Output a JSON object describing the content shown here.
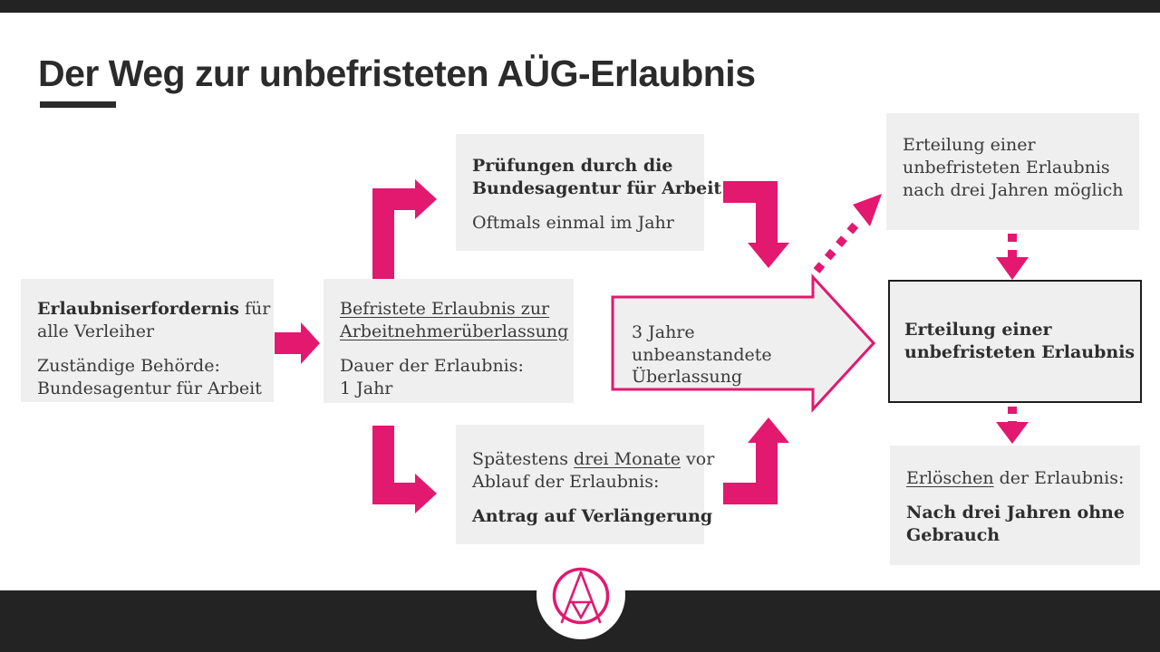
{
  "title": {
    "text": "Der Weg zur unbefristeten AÜG-Erlaubnis"
  },
  "colors": {
    "accent_pink": "#e3186f",
    "bar_dark": "#232323",
    "box_background": "#efefef",
    "heading_text": "#2b2b2b",
    "body_text": "#3a3a3a",
    "outlined_box_border": "#1d1d1d"
  },
  "boxes": {
    "erfordernis": {
      "l1_bold": "Erlaubniserfordernis",
      "l1_rest": " für",
      "l2": "alle Verleiher",
      "p2_l1": "Zuständige Behörde:",
      "p2_l2": "Bundesagentur für Arbeit"
    },
    "befristet": {
      "l1_underlined": "Befristete Erlaubnis zur",
      "l2_underlined": "Arbeitnehmerüberlassung",
      "p2_l1": "Dauer der Erlaubnis:",
      "p2_l2": "1 Jahr"
    },
    "pruefungen": {
      "l1_bold": "Prüfungen durch die",
      "l2_bold": "Bundesagentur für Arbeit",
      "p2": "Oftmals einmal im Jahr"
    },
    "verlaengerung": {
      "l1_pre": "Spätestens ",
      "l1_underlined": "drei Monate",
      "l1_post": " vor",
      "l2": "Ablauf der Erlaubnis:",
      "p2_bold": "Antrag auf Verlängerung"
    },
    "ueberlassung_arrow": {
      "l1": "3 Jahre unbeanstandete",
      "l2": "Überlassung"
    },
    "moeglich": {
      "l1": "Erteilung einer",
      "l2": "unbefristeten Erlaubnis",
      "l3": "nach drei Jahren möglich"
    },
    "erteilung": {
      "l1_bold": "Erteilung einer",
      "l2_bold": "unbefristeten Erlaubnis"
    },
    "erloeschen": {
      "l1_underlined": "Erlöschen",
      "l1_rest": " der Erlaubnis:",
      "p2_l1_bold": "Nach drei Jahren ohne",
      "p2_l2_bold": "Gebrauch"
    }
  },
  "footer": {
    "logo_icon": "geometric-a-monogram-logo"
  }
}
